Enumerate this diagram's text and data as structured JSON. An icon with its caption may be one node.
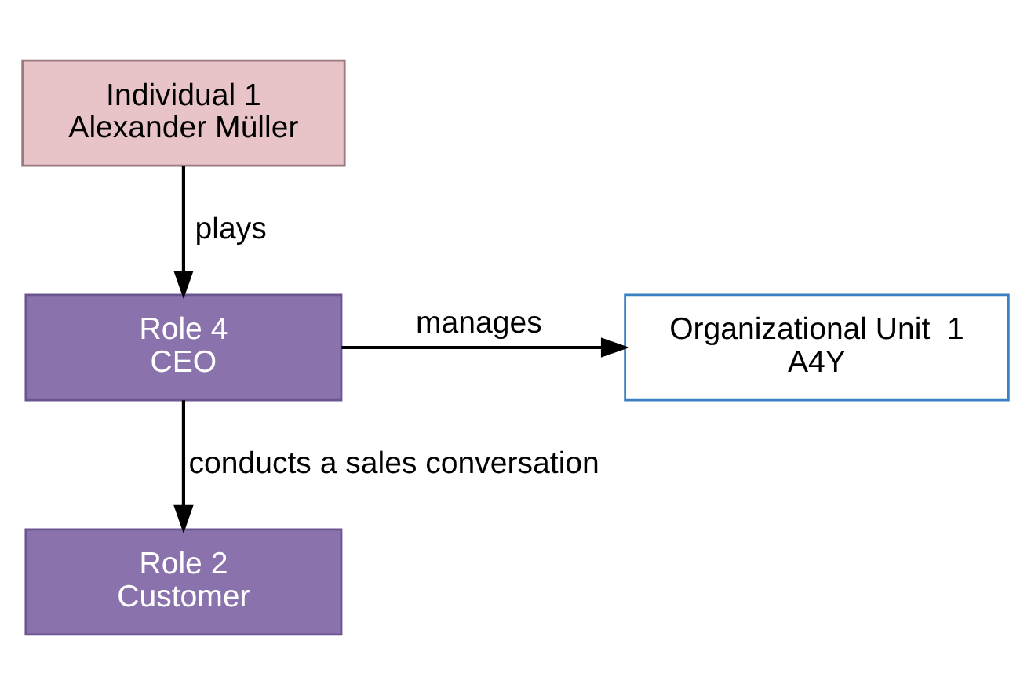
{
  "diagram": {
    "nodes": [
      {
        "text": [
          "Individual 1",
          "Alexander Müller"
        ]
      },
      {
        "text": [
          "Role 4",
          "CEO"
        ]
      },
      {
        "text": [
          "Organizational Unit  1",
          "A4Y"
        ]
      },
      {
        "text": [
          "Role 2",
          "Customer"
        ]
      }
    ],
    "edges": [
      {
        "from": 0,
        "to": 1,
        "arrow": "to",
        "label": "plays"
      },
      {
        "from": 1,
        "to": 2,
        "arrow": "to",
        "label": "manages"
      },
      {
        "from": 1,
        "to": 3,
        "arrow": "to",
        "label": "conducts a sales conversation"
      }
    ]
  }
}
